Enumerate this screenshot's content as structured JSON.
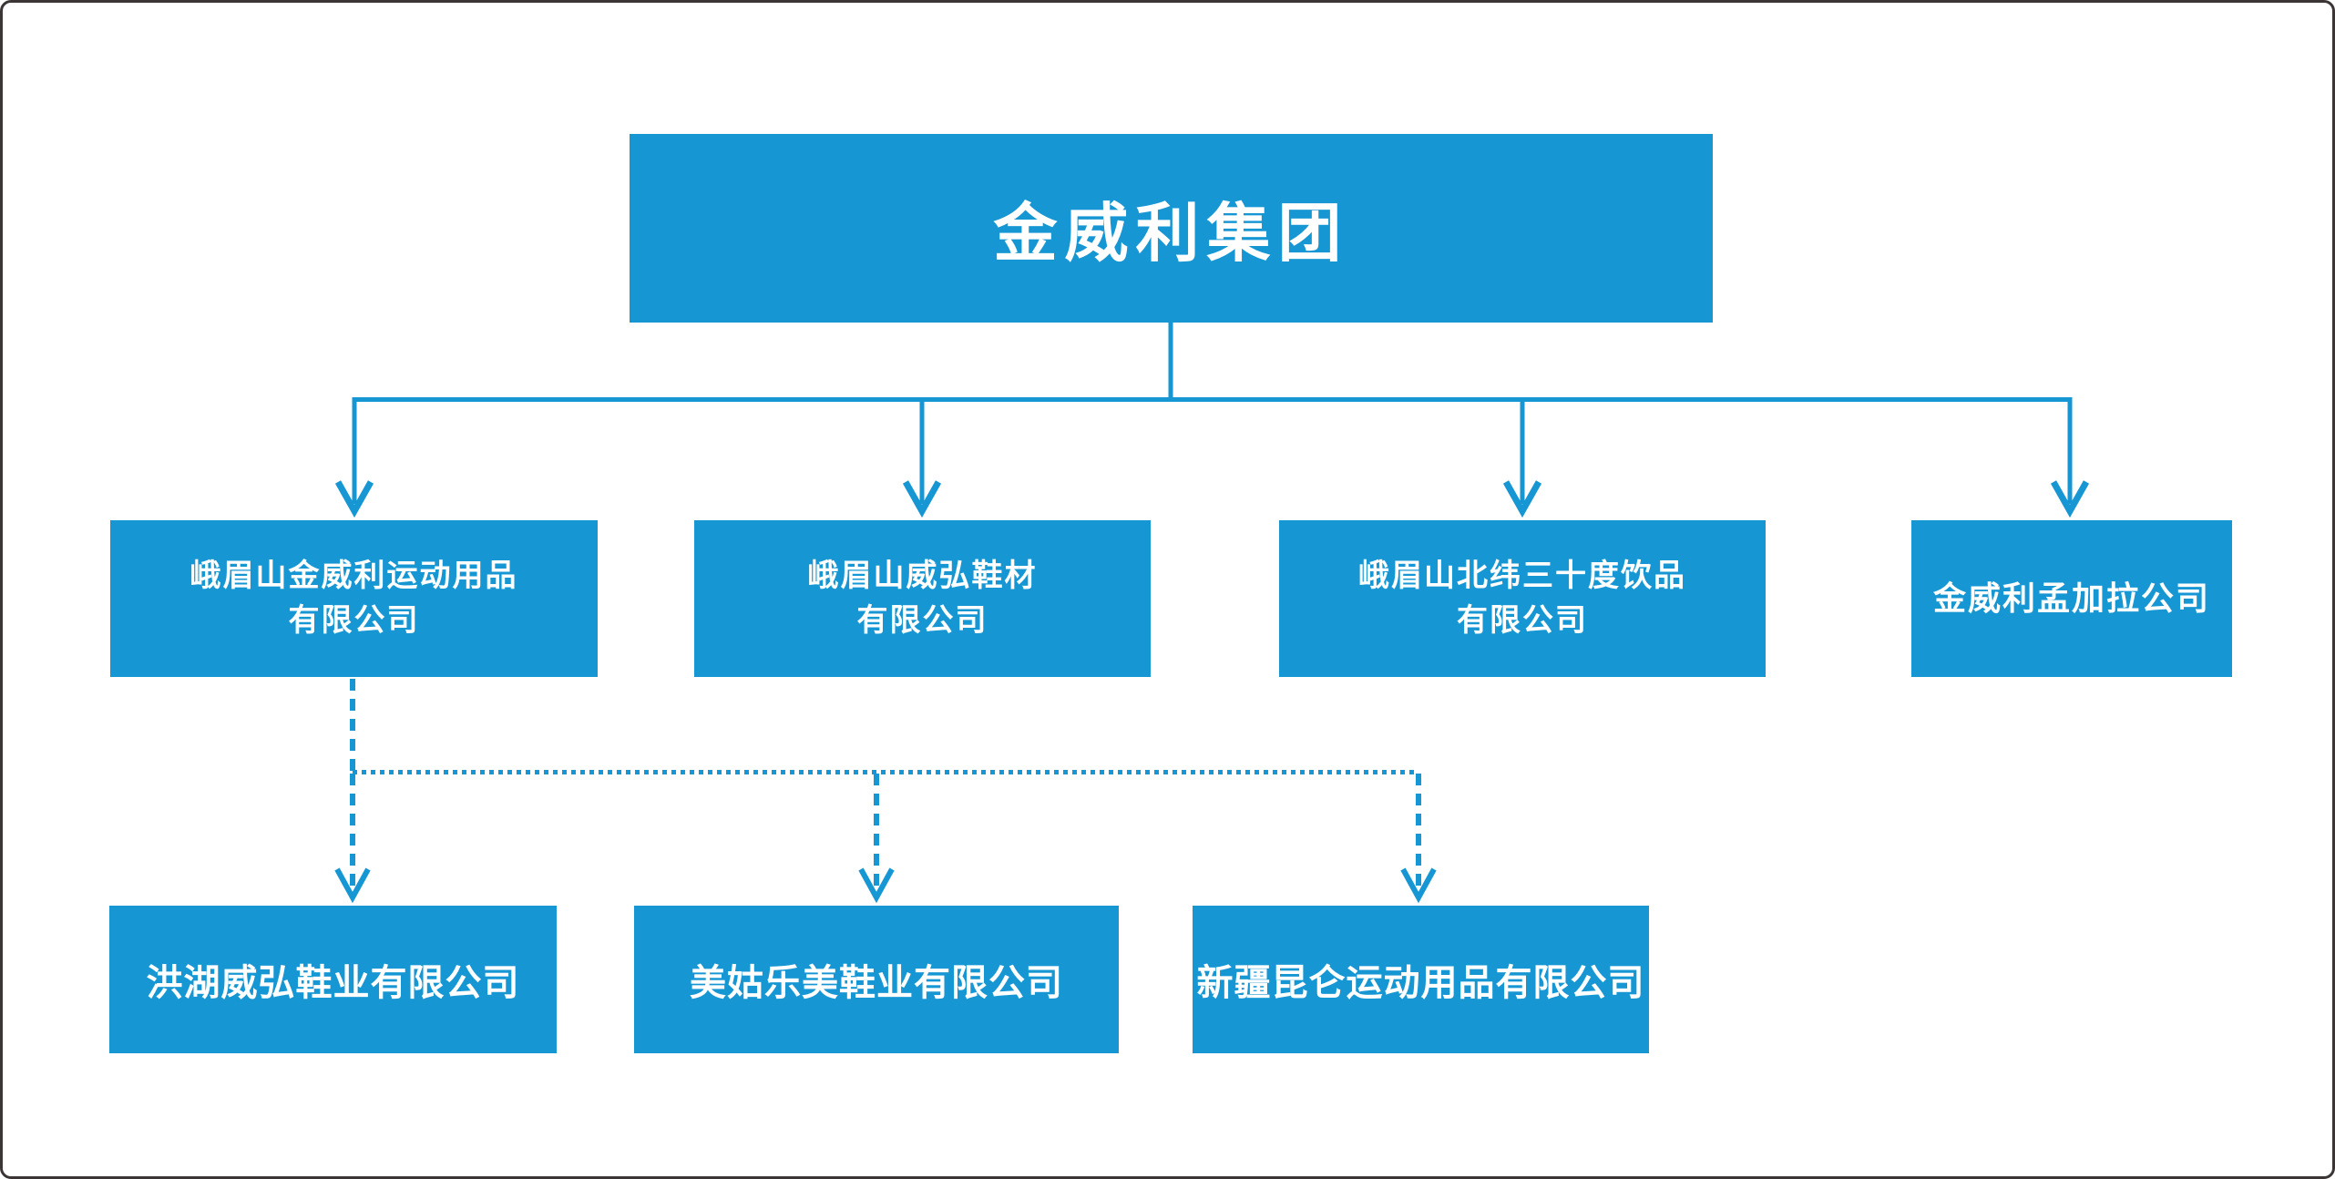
{
  "colors": {
    "node_fill": "#1697d4",
    "node_text": "#ffffff",
    "connector": "#1697d4",
    "frame_border": "#3b3536",
    "background": "#ffffff"
  },
  "org_chart": {
    "type": "organization-chart",
    "root": {
      "label": "金威利集团"
    },
    "subsidiaries": [
      {
        "lines": [
          "峨眉山金威利运动用品",
          "有限公司"
        ],
        "link_style": "solid-arrow"
      },
      {
        "lines": [
          "峨眉山威弘鞋材",
          "有限公司"
        ],
        "link_style": "solid-arrow"
      },
      {
        "lines": [
          "峨眉山北纬三十度饮品",
          "有限公司"
        ],
        "link_style": "solid-arrow"
      },
      {
        "lines": [
          "金威利孟加拉公司"
        ],
        "link_style": "solid-arrow"
      }
    ],
    "sub_subsidiaries": {
      "parent": "峨眉山金威利运动用品有限公司",
      "nodes": [
        {
          "lines": [
            "洪湖威弘鞋业有限公司"
          ],
          "link_style": "dotted-arrow"
        },
        {
          "lines": [
            "美姑乐美鞋业有限公司"
          ],
          "link_style": "dotted-arrow"
        },
        {
          "lines": [
            "新疆昆仑运动用品有限公司"
          ],
          "link_style": "dotted-arrow"
        }
      ]
    }
  }
}
